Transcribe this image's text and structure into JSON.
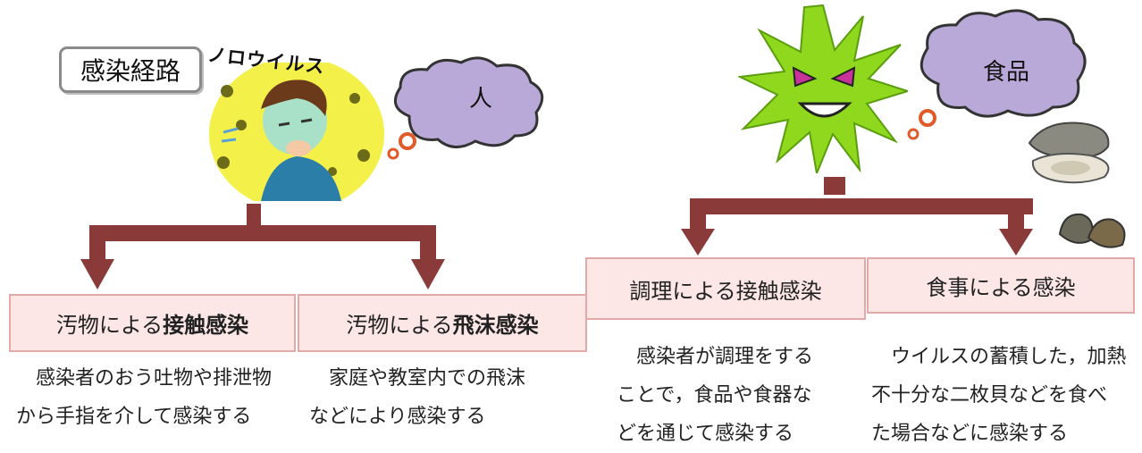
{
  "title": "感染経路",
  "character_label": "ノロウイルス",
  "bubble_person": "人",
  "bubble_food": "食品",
  "routes": [
    {
      "prefix": "汚物による",
      "emphasis": "接触感染",
      "desc_lines": [
        "感染者のおう吐物や排泄物",
        "から手指を介して感染する"
      ]
    },
    {
      "prefix": "汚物による",
      "emphasis": "飛沫感染",
      "desc_lines": [
        "家庭や教室内での飛沫",
        "などにより感染する"
      ]
    },
    {
      "prefix": "調理による接触感染",
      "emphasis": "",
      "desc_lines": [
        "感染者が調理をする",
        "ことで，食品や食器な",
        "どを通じて感染する"
      ]
    },
    {
      "prefix": "食事による感染",
      "emphasis": "",
      "desc_lines": [
        "ウイルスの蓄積した，加熱",
        "不十分な二枚貝などを食べ",
        "た場合などに感染する"
      ]
    }
  ],
  "colors": {
    "arrow": "#8b3a3a",
    "box_fill": "#fce6e6",
    "box_border": "#e2a9a9",
    "cloud": "#b9a9d8",
    "virus": "#8fd81e"
  }
}
